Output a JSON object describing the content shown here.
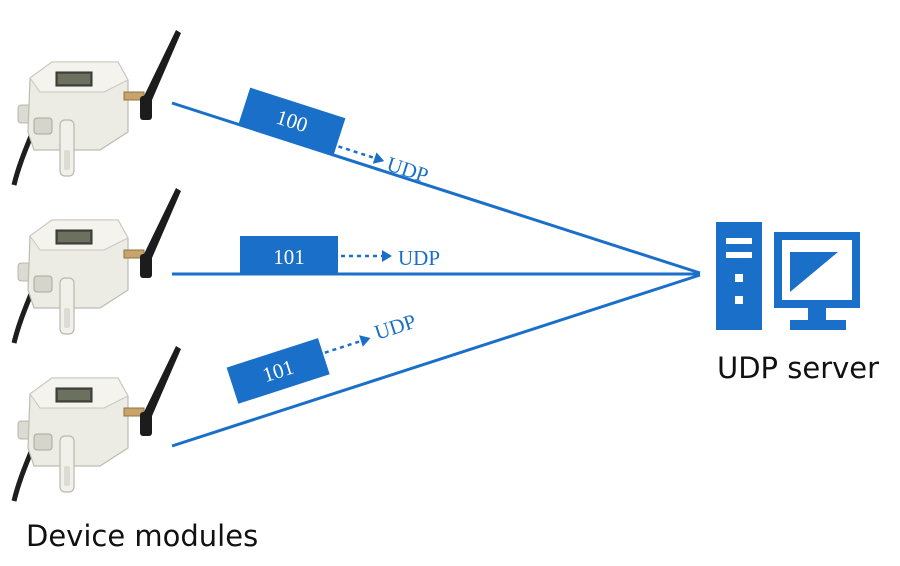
{
  "colors": {
    "accent": "#1a6fc9",
    "device_body": "#e9e8e1",
    "antenna": "#1c1c1c"
  },
  "devices_caption": "Device modules",
  "server_caption": "UDP server",
  "links": [
    {
      "packet_label": "100",
      "protocol_label": "UDP"
    },
    {
      "packet_label": "101",
      "protocol_label": "UDP"
    },
    {
      "packet_label": "101",
      "protocol_label": "UDP"
    }
  ],
  "icons": {
    "device": "sensor-device-icon",
    "server": "computer-server-icon"
  }
}
